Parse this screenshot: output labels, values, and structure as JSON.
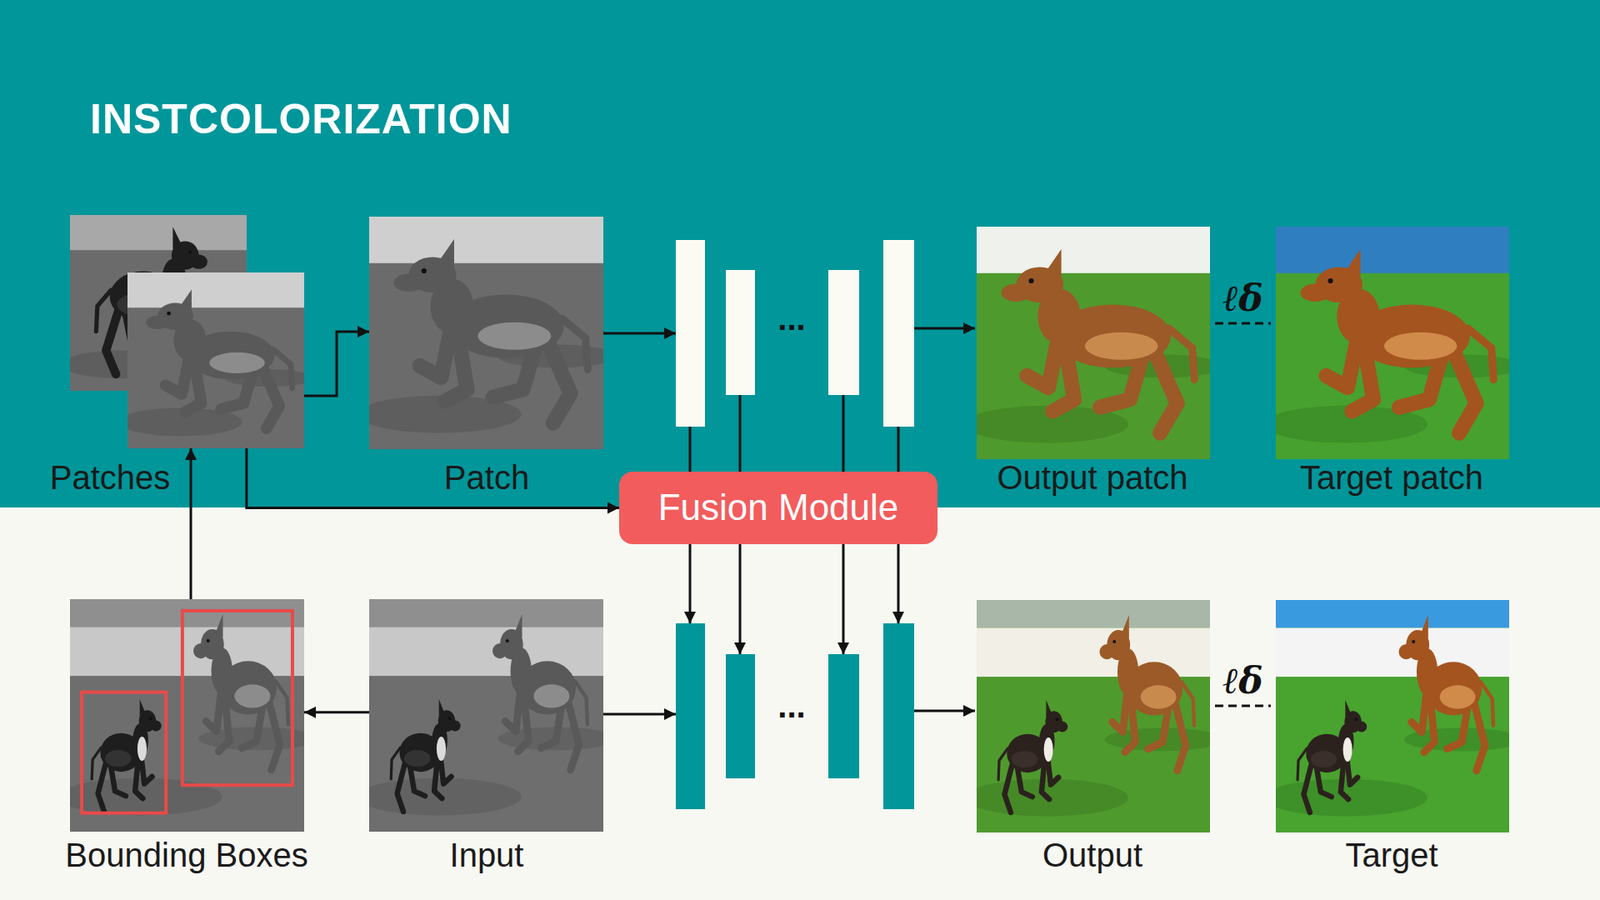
{
  "diagram": {
    "title": "INSTCOLORIZATION",
    "nodes": [
      {
        "text": [
          "Patches"
        ]
      },
      {
        "text": [
          "Patch"
        ]
      },
      {
        "text": [
          "Output patch"
        ]
      },
      {
        "text": [
          "Target patch"
        ]
      },
      {
        "text": [
          "Fusion Module"
        ]
      },
      {
        "text": [
          "Bounding Boxes"
        ]
      },
      {
        "text": [
          "Input"
        ]
      },
      {
        "text": [
          "Output"
        ]
      },
      {
        "text": [
          "Target"
        ]
      }
    ],
    "edges": [
      {
        "from": 0,
        "to": 1,
        "arrow": "to"
      },
      {
        "from": 0,
        "to": 4,
        "arrow": "to"
      },
      {
        "from": 5,
        "to": 0,
        "arrow": "to"
      },
      {
        "from": 6,
        "to": 5,
        "arrow": "to"
      },
      {
        "from": 2,
        "to": 3,
        "arrow": "none",
        "label": "ℓδ"
      },
      {
        "from": 7,
        "to": 8,
        "arrow": "none",
        "label": "ℓδ"
      }
    ],
    "labels": [
      "...",
      "..."
    ]
  }
}
